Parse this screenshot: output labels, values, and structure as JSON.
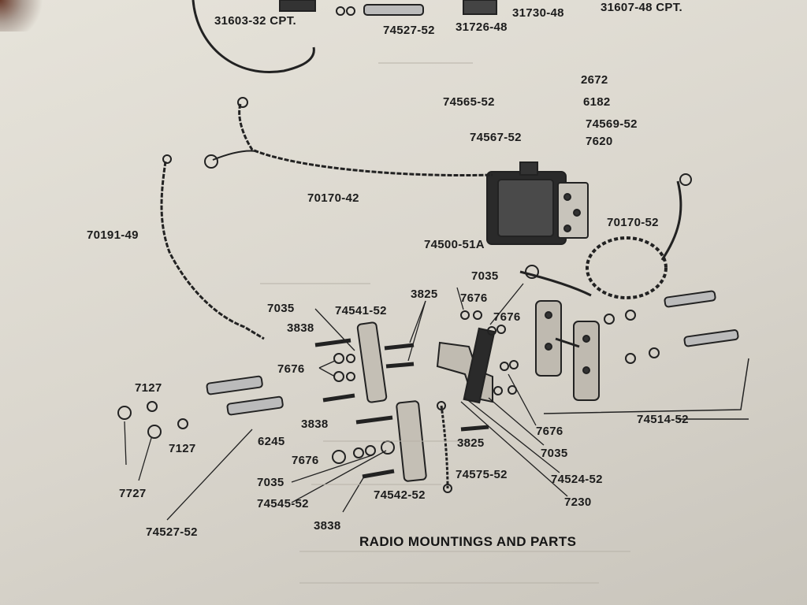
{
  "caption": "RADIO MOUNTINGS AND PARTS",
  "labels": {
    "p31603": "31603-32 CPT.",
    "p74527a": "74527-52",
    "p31726": "31726-48",
    "p31730": "31730-48",
    "p31607": "31607-48 CPT.",
    "p2672": "2672",
    "p6182": "6182",
    "p74565": "74565-52",
    "p74569": "74569-52",
    "p74567": "74567-52",
    "p7620": "7620",
    "p70170_42": "70170-42",
    "p70191": "70191-49",
    "p70170_52": "70170-52",
    "p74500": "74500-51A",
    "p7035a": "7035",
    "p7676a": "7676",
    "p7676b": "7676",
    "p3825a": "3825",
    "p7035b": "7035",
    "p74541": "74541-52",
    "p3838a": "3838",
    "p7676c": "7676",
    "p7127a": "7127",
    "p7127b": "7127",
    "p3838b": "3838",
    "p6245": "6245",
    "p7676d": "7676",
    "p7035c": "7035",
    "p74545": "74545-52",
    "p7727": "7727",
    "p74527b": "74527-52",
    "p3838c": "3838",
    "p74542": "74542-52",
    "p74575": "74575-52",
    "p3825b": "3825",
    "p7676e": "7676",
    "p7035d": "7035",
    "p74524": "74524-52",
    "p7230": "7230",
    "p74514": "74514-52"
  }
}
